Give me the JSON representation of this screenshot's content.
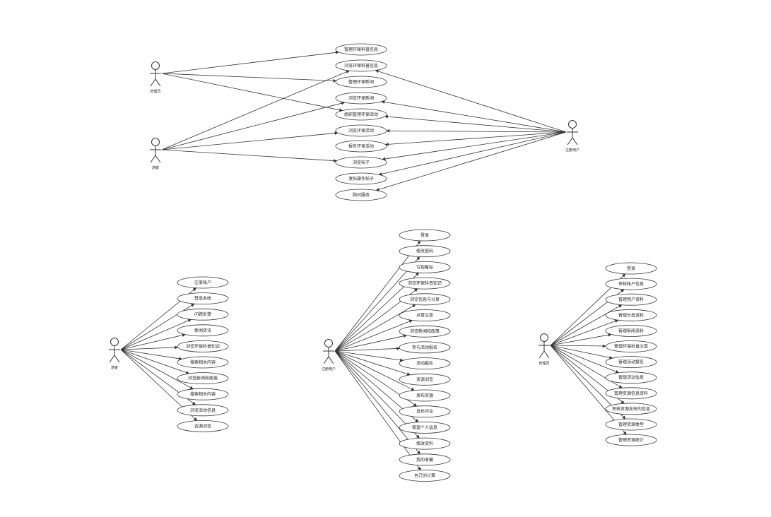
{
  "diagrams": [
    {
      "actors": [
        {
          "id": "a1",
          "label": "管理员"
        },
        {
          "id": "a2",
          "label": "游客"
        },
        {
          "id": "a3",
          "label": "注册用户"
        }
      ],
      "use_cases": [
        {
          "id": "u1",
          "label": "管理环保科普信息"
        },
        {
          "id": "u2",
          "label": "浏览环保科普信息"
        },
        {
          "id": "u3",
          "label": "管理环保新闻"
        },
        {
          "id": "u4",
          "label": "浏览环保新闻"
        },
        {
          "id": "u5",
          "label": "组织管理环保活动"
        },
        {
          "id": "u6",
          "label": "浏览环保活动"
        },
        {
          "id": "u7",
          "label": "报名环保活动"
        },
        {
          "id": "u8",
          "label": "浏览帖子"
        },
        {
          "id": "u9",
          "label": "发帖操作帖子"
        },
        {
          "id": "u10",
          "label": "顾问服务"
        }
      ]
    },
    {
      "actors": [
        {
          "id": "g",
          "label": "游客"
        }
      ],
      "use_cases": [
        {
          "id": "g1",
          "label": "注册账户"
        },
        {
          "id": "g2",
          "label": "登录系统"
        },
        {
          "id": "g3",
          "label": "问题反馈"
        },
        {
          "id": "g4",
          "label": "新闻资讯"
        },
        {
          "id": "g5",
          "label": "浏览环保科普知识"
        },
        {
          "id": "g6",
          "label": "搜索相关内容"
        },
        {
          "id": "g7",
          "label": "浏览新闻和政策"
        },
        {
          "id": "g8",
          "label": "搜索相关内容"
        },
        {
          "id": "g9",
          "label": "浏览活动信息"
        },
        {
          "id": "g10",
          "label": "资源浏览"
        }
      ]
    },
    {
      "actors": [
        {
          "id": "r",
          "label": "注册用户"
        }
      ],
      "use_cases": [
        {
          "id": "r1",
          "label": "登录"
        },
        {
          "id": "r2",
          "label": "修改密码"
        },
        {
          "id": "r3",
          "label": "写观看帖"
        },
        {
          "id": "r4",
          "label": "浏览环保科普知识"
        },
        {
          "id": "r5",
          "label": "浏览信息与分享"
        },
        {
          "id": "r6",
          "label": "点赞文章"
        },
        {
          "id": "r7",
          "label": "浏览新闻和政策"
        },
        {
          "id": "r8",
          "label": "参与活动报名"
        },
        {
          "id": "r9",
          "label": "活动报名"
        },
        {
          "id": "r10",
          "label": "资源浏览"
        },
        {
          "id": "r11",
          "label": "发布资源"
        },
        {
          "id": "r12",
          "label": "发布评论"
        },
        {
          "id": "r13",
          "label": "管理个人信息"
        },
        {
          "id": "r14",
          "label": "修改资料"
        },
        {
          "id": "r15",
          "label": "我的收藏"
        },
        {
          "id": "r16",
          "label": "自己的计算"
        }
      ]
    },
    {
      "actors": [
        {
          "id": "m",
          "label": "管理员"
        }
      ],
      "use_cases": [
        {
          "id": "m1",
          "label": "登录"
        },
        {
          "id": "m2",
          "label": "审核帐户信息"
        },
        {
          "id": "m3",
          "label": "管理用户资料"
        },
        {
          "id": "m4",
          "label": "管理分类资料"
        },
        {
          "id": "m5",
          "label": "管理新闻资料"
        },
        {
          "id": "m6",
          "label": "管理环保科普文章"
        },
        {
          "id": "m7",
          "label": "管理活动报名"
        },
        {
          "id": "m8",
          "label": "管理活动信息"
        },
        {
          "id": "m9",
          "label": "管理资源信息资料"
        },
        {
          "id": "m10",
          "label": "审核资源发布的信息"
        },
        {
          "id": "m11",
          "label": "管理资源类型"
        },
        {
          "id": "m12",
          "label": "管理资源统计"
        }
      ]
    }
  ]
}
